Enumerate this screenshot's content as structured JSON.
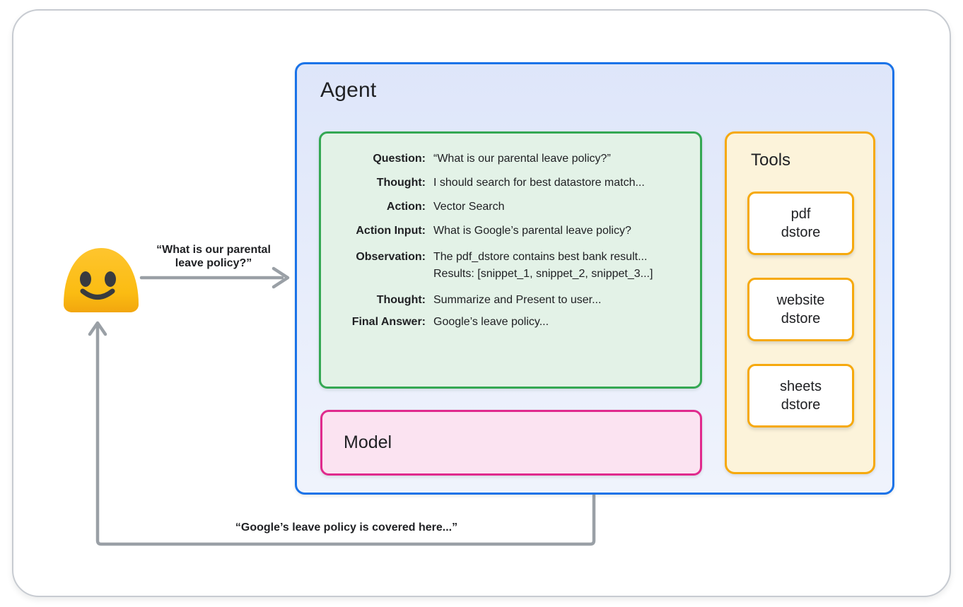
{
  "user": {
    "question_label": "“What is our parental\nleave policy?”",
    "response_label": "“Google’s leave policy is covered here...”"
  },
  "agent": {
    "title": "Agent",
    "trace": {
      "rows": [
        {
          "label": "Question:",
          "value": "“What is our parental leave policy?”"
        },
        {
          "label": "Thought:",
          "value": "I should search for best datastore match..."
        },
        {
          "label": "Action:",
          "value": "Vector Search"
        },
        {
          "label": "Action Input:",
          "value": "What is Google’s parental leave policy?"
        },
        {
          "label": "Observation:",
          "value": "The pdf_dstore contains best bank result...\nResults: [snippet_1, snippet_2, snippet_3...]"
        },
        {
          "label": "Thought:",
          "value": "Summarize and Present to user..."
        },
        {
          "label": "Final Answer:",
          "value": "Google’s leave policy..."
        }
      ]
    },
    "model": {
      "title": "Model"
    },
    "tools": {
      "title": "Tools",
      "items": [
        {
          "label": "pdf\ndstore"
        },
        {
          "label": "website\ndstore"
        },
        {
          "label": "sheets\ndstore"
        }
      ]
    }
  },
  "colors": {
    "agent-border": "#1a73e8",
    "agent-bg": "#e7edfb",
    "trace-border": "#34a853",
    "trace-bg": "#e3f2e7",
    "model-border": "#e02a8d",
    "model-bg": "#fbe3f1",
    "tools-border": "#f6a90d",
    "tools-bg": "#fcf3da",
    "connector-gray": "#9aa0a6",
    "smiley-yellow": "#fbbf12",
    "text": "#202124"
  }
}
